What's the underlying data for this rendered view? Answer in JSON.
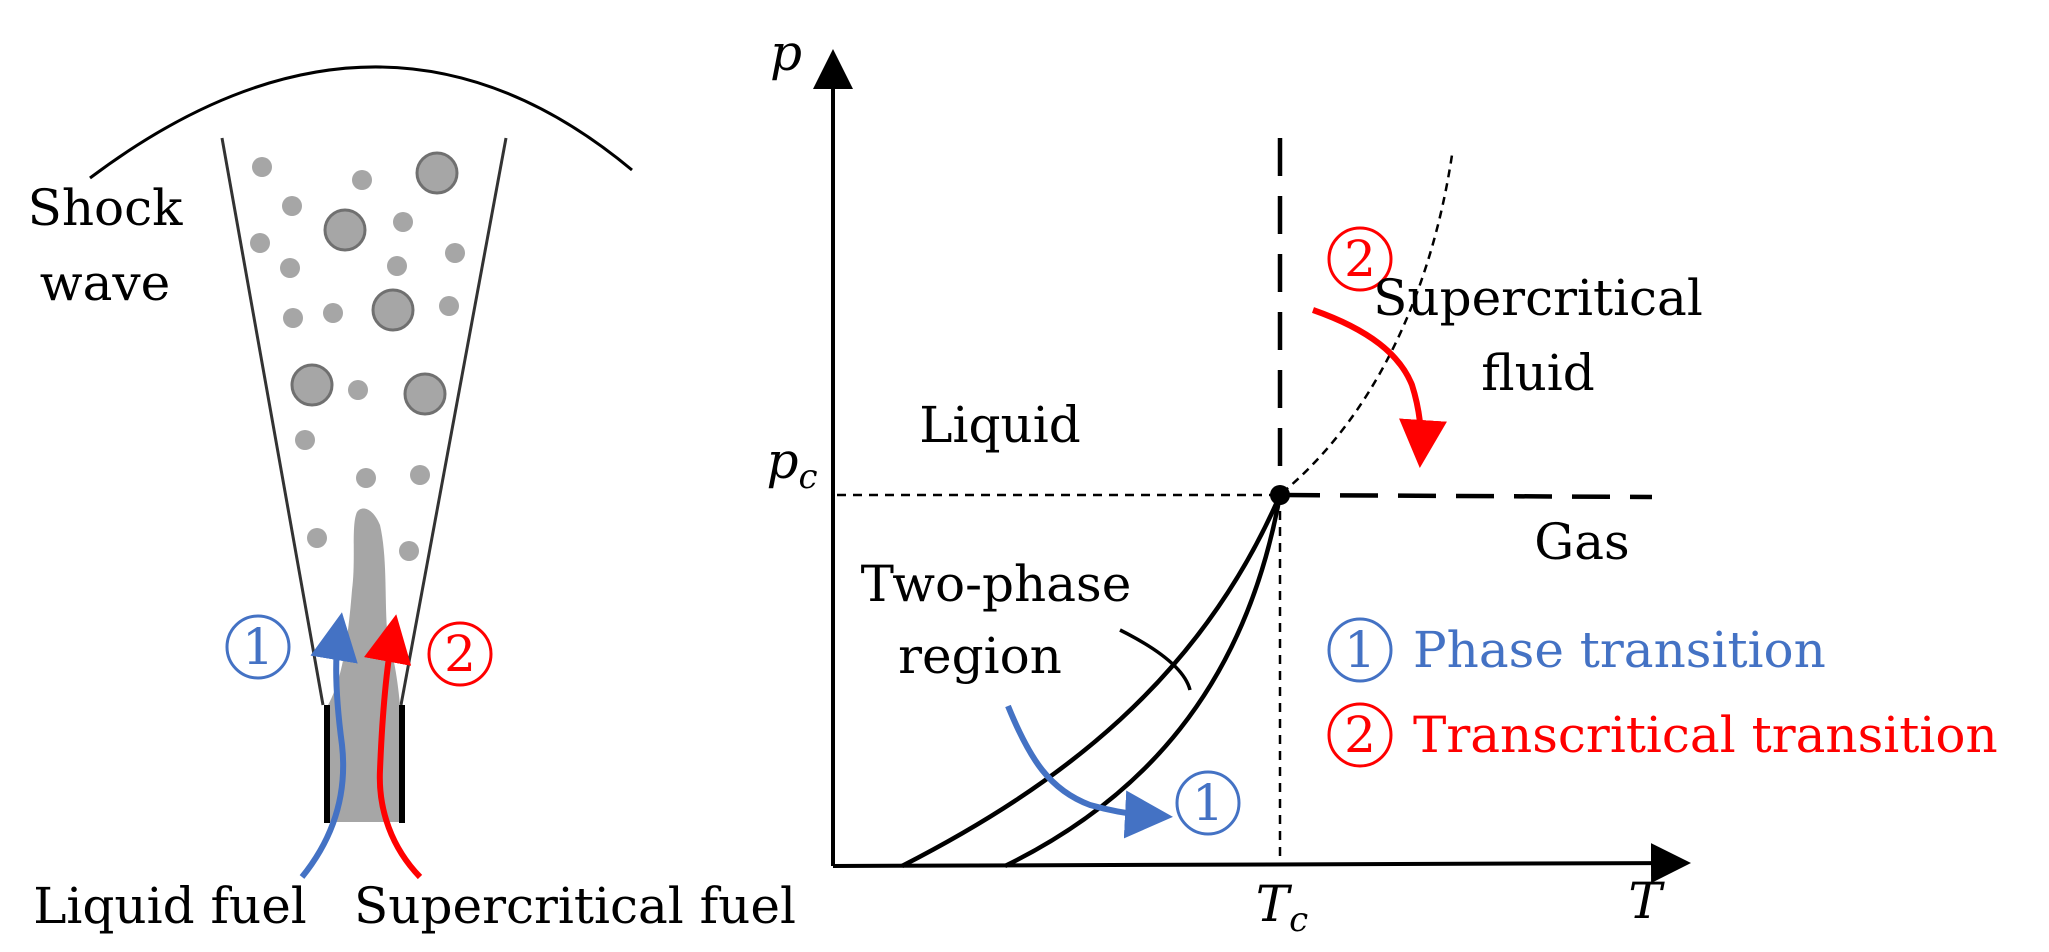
{
  "colors": {
    "blue": "#4472C4",
    "red": "#FF0000",
    "droplet_small": "#A6A6A6",
    "droplet_large": "#A6A6A6",
    "droplet_stroke": "#707070",
    "jet": "#A6A6A6",
    "line": "#000000"
  },
  "left": {
    "shock_label_1": "Shock",
    "shock_label_2": "wave",
    "liquid_fuel": "Liquid fuel",
    "supercritical_fuel": "Supercritical fuel",
    "marker_1": "1",
    "marker_2": "2"
  },
  "right": {
    "axis_y": "p",
    "axis_x": "T",
    "p_critical_base": "p",
    "p_critical_sub": "c",
    "t_critical_base": "T",
    "t_critical_sub": "c",
    "region_liquid": "Liquid",
    "region_gas": "Gas",
    "region_supercritical_1": "Supercritical",
    "region_supercritical_2": "fluid",
    "region_two_phase_1": "Two-phase",
    "region_two_phase_2": "region",
    "marker_1": "1",
    "marker_2": "2"
  },
  "legend": {
    "item1_marker": "1",
    "item1_label": "Phase transition",
    "item2_marker": "2",
    "item2_label": "Transcritical transition"
  }
}
